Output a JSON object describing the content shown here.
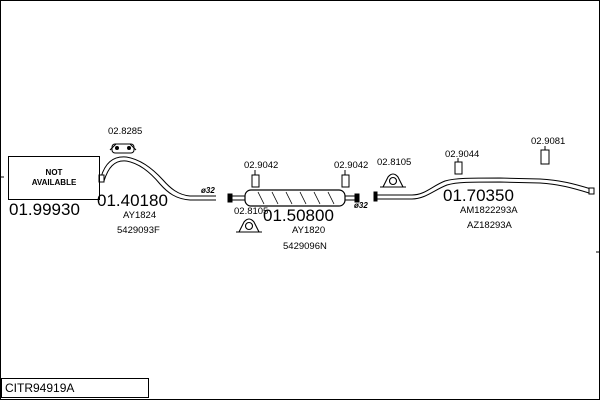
{
  "not_available_box": {
    "line1": "NOT",
    "line2": "AVAILABLE"
  },
  "diagram_code": "CITR94919A",
  "parts": [
    {
      "number": "01.99930",
      "refs": []
    },
    {
      "number": "01.40180",
      "refs": [
        "AY1824",
        "5429093F"
      ]
    },
    {
      "number": "01.50800",
      "refs": [
        "AY1820",
        "5429096N"
      ]
    },
    {
      "number": "01.70350",
      "refs": [
        "AM1822293A",
        "AZ18293A"
      ]
    }
  ],
  "accessories": [
    {
      "number": "02.8285"
    },
    {
      "number": "02.9042"
    },
    {
      "number": "02.8105"
    },
    {
      "number": "02.9042"
    },
    {
      "number": "02.8105"
    },
    {
      "number": "02.9044"
    },
    {
      "number": "02.9081"
    }
  ],
  "diameters": [
    "ø32",
    "ø32"
  ]
}
